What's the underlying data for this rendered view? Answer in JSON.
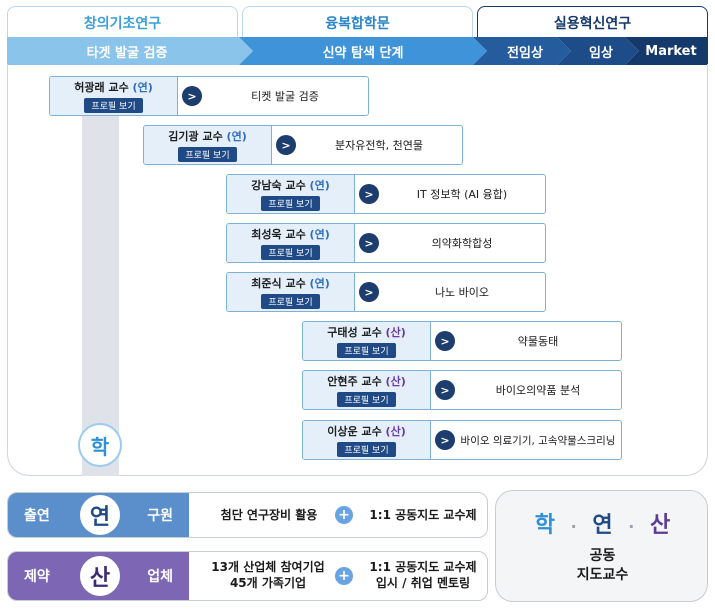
{
  "phases": [
    {
      "label": "창의기초연구"
    },
    {
      "label": "융복합학문"
    },
    {
      "label": "실용혁신연구"
    }
  ],
  "stages": [
    {
      "label": "타겟 발굴 검증",
      "color": "#8ac4ea"
    },
    {
      "label": "신약 탐색 단계",
      "color": "#3f94d9"
    },
    {
      "label": "전임상",
      "color": "#255c9e"
    },
    {
      "label": "임상",
      "color": "#1d4c89"
    },
    {
      "label": "Market",
      "color": "#15396a"
    }
  ],
  "professors": [
    {
      "name": "허광래 교수",
      "tag": "(연)",
      "tag_type": "yeon",
      "button": "프로필 보기",
      "field": "티켓 발굴 검증"
    },
    {
      "name": "김기광 교수",
      "tag": "(연)",
      "tag_type": "yeon",
      "button": "프로필 보기",
      "field": "분자유전학, 천연물"
    },
    {
      "name": "강남숙 교수",
      "tag": "(연)",
      "tag_type": "yeon",
      "button": "프로필 보기",
      "field": "IT 정보학 (AI 융합)"
    },
    {
      "name": "최성욱 교수",
      "tag": "(연)",
      "tag_type": "yeon",
      "button": "프로필 보기",
      "field": "의약화학합성"
    },
    {
      "name": "최준식 교수",
      "tag": "(연)",
      "tag_type": "yeon",
      "button": "프로필 보기",
      "field": "나노 바이오"
    },
    {
      "name": "구태성 교수",
      "tag": "(산)",
      "tag_type": "san",
      "button": "프로필 보기",
      "field": "약물동태"
    },
    {
      "name": "안현주 교수",
      "tag": "(산)",
      "tag_type": "san",
      "button": "프로필 보기",
      "field": "바이오의약품 분석"
    },
    {
      "name": "이상운 교수",
      "tag": "(산)",
      "tag_type": "san",
      "button": "프로필 보기",
      "field": "바이오 의료기기, 고속약물스크리닝"
    }
  ],
  "hak_circle": "학",
  "rows": [
    {
      "left": "출연",
      "circle": "연",
      "right": "구원",
      "color": "#5b8fcc",
      "text1": "첨단 연구장비 활용",
      "text2": "1:1 공동지도 교수제"
    },
    {
      "left": "제약",
      "circle": "산",
      "right": "업체",
      "color": "#7d66b3",
      "text1": "13개 산업체 참여기업\n45개 가족기업",
      "text2": "1:1 공동지도 교수제\n입시 / 취업 멘토링"
    }
  ],
  "plus_sign": "+",
  "summary": {
    "hak": "학",
    "yeon": "연",
    "san": "산",
    "dot": "·",
    "line1": "공동",
    "line2": "지도교수",
    "hak_color": "#2f8fd6",
    "yeon_color": "#1f4a86",
    "san_color": "#5a3b96"
  }
}
